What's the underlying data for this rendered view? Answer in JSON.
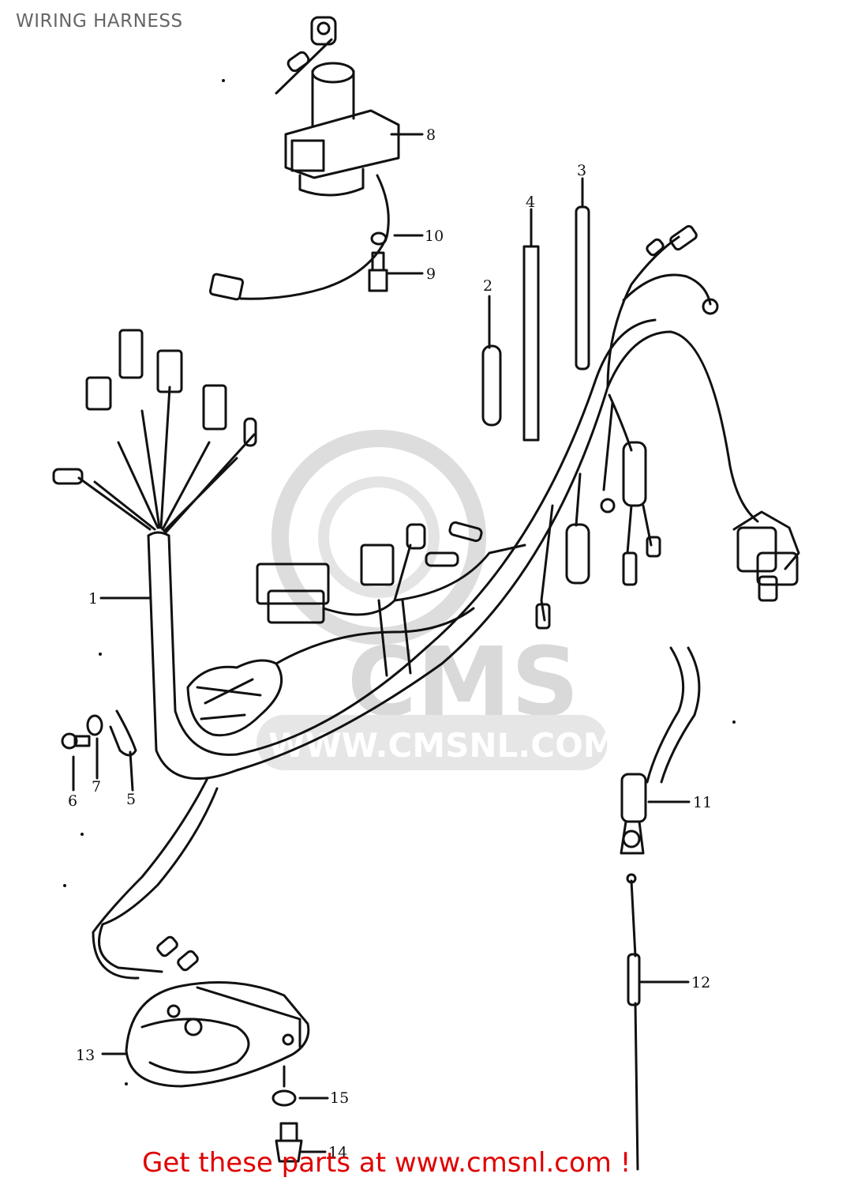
{
  "page_title": "WIRING HARNESS",
  "watermark": {
    "brand": "CMS",
    "url": "WWW.CMSNL.COM"
  },
  "callouts": {
    "c1": "1",
    "c2": "2",
    "c3": "3",
    "c4": "4",
    "c5": "5",
    "c6": "6",
    "c7": "7",
    "c8": "8",
    "c9": "9",
    "c10": "10",
    "c11": "11",
    "c12": "12",
    "c13": "13",
    "c14": "14",
    "c15": "15"
  },
  "banner_text": "Get these parts at www.cmsnl.com !",
  "colors": {
    "banner": "#e00000",
    "title": "#666666",
    "watermark": "#d9d9d9",
    "ink": "#111111"
  }
}
